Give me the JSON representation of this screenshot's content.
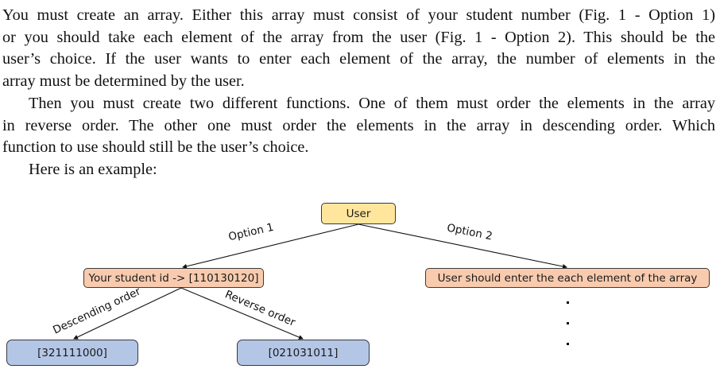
{
  "document": {
    "paragraph_1": [
      "You must create an array. Either this array must consist of your student number (Fig. 1 - Option 1)",
      "or you should take each element of the array from the user (Fig. 1 - Option 2). This should be the",
      "user’s choice. If the user wants to enter each element of the array, the number of elements in the",
      "array must be determined by the user."
    ],
    "paragraph_2": [
      "Then you must create two different functions. One of them must order the elements in the array",
      "in reverse order. The other one must order the elements in the array in descending order. Which",
      "function to use should still be the user’s choice."
    ],
    "paragraph_3": "Here is an example:"
  },
  "diagram": {
    "root": {
      "label": "User",
      "color": "#ffe69c"
    },
    "edges": {
      "option1": "Option 1",
      "option2": "Option 2",
      "descending": "Descending order",
      "reverse": "Reverse order"
    },
    "option1_node": {
      "label": "Your student id -> [110130120]",
      "color": "#f9cbae"
    },
    "option2_node": {
      "label": "User should enter the each element of the array",
      "color": "#f9cbae"
    },
    "descending_result": {
      "label": "[321111000]",
      "color": "#b4c6e6"
    },
    "reverse_result": {
      "label": "[021031011]",
      "color": "#b4c6e6"
    },
    "continuation": "⋮"
  }
}
